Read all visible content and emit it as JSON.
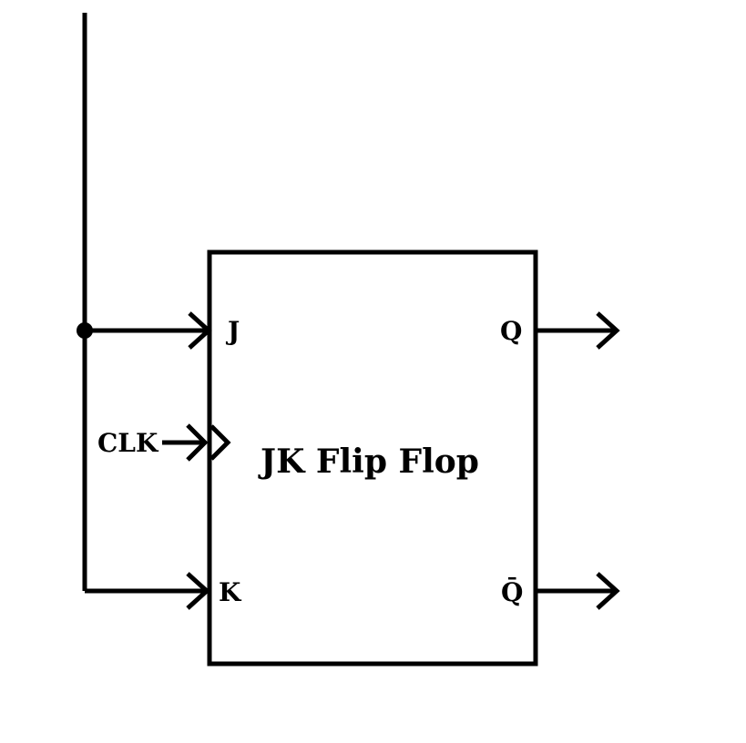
{
  "block": {
    "title": "JK Flip Flop"
  },
  "inputs": {
    "j": "J",
    "clk": "CLK",
    "k": "K"
  },
  "outputs": {
    "q": "Q",
    "q_bar": "Q̄"
  },
  "colors": {
    "stroke": "#000000",
    "background": "#ffffff"
  }
}
